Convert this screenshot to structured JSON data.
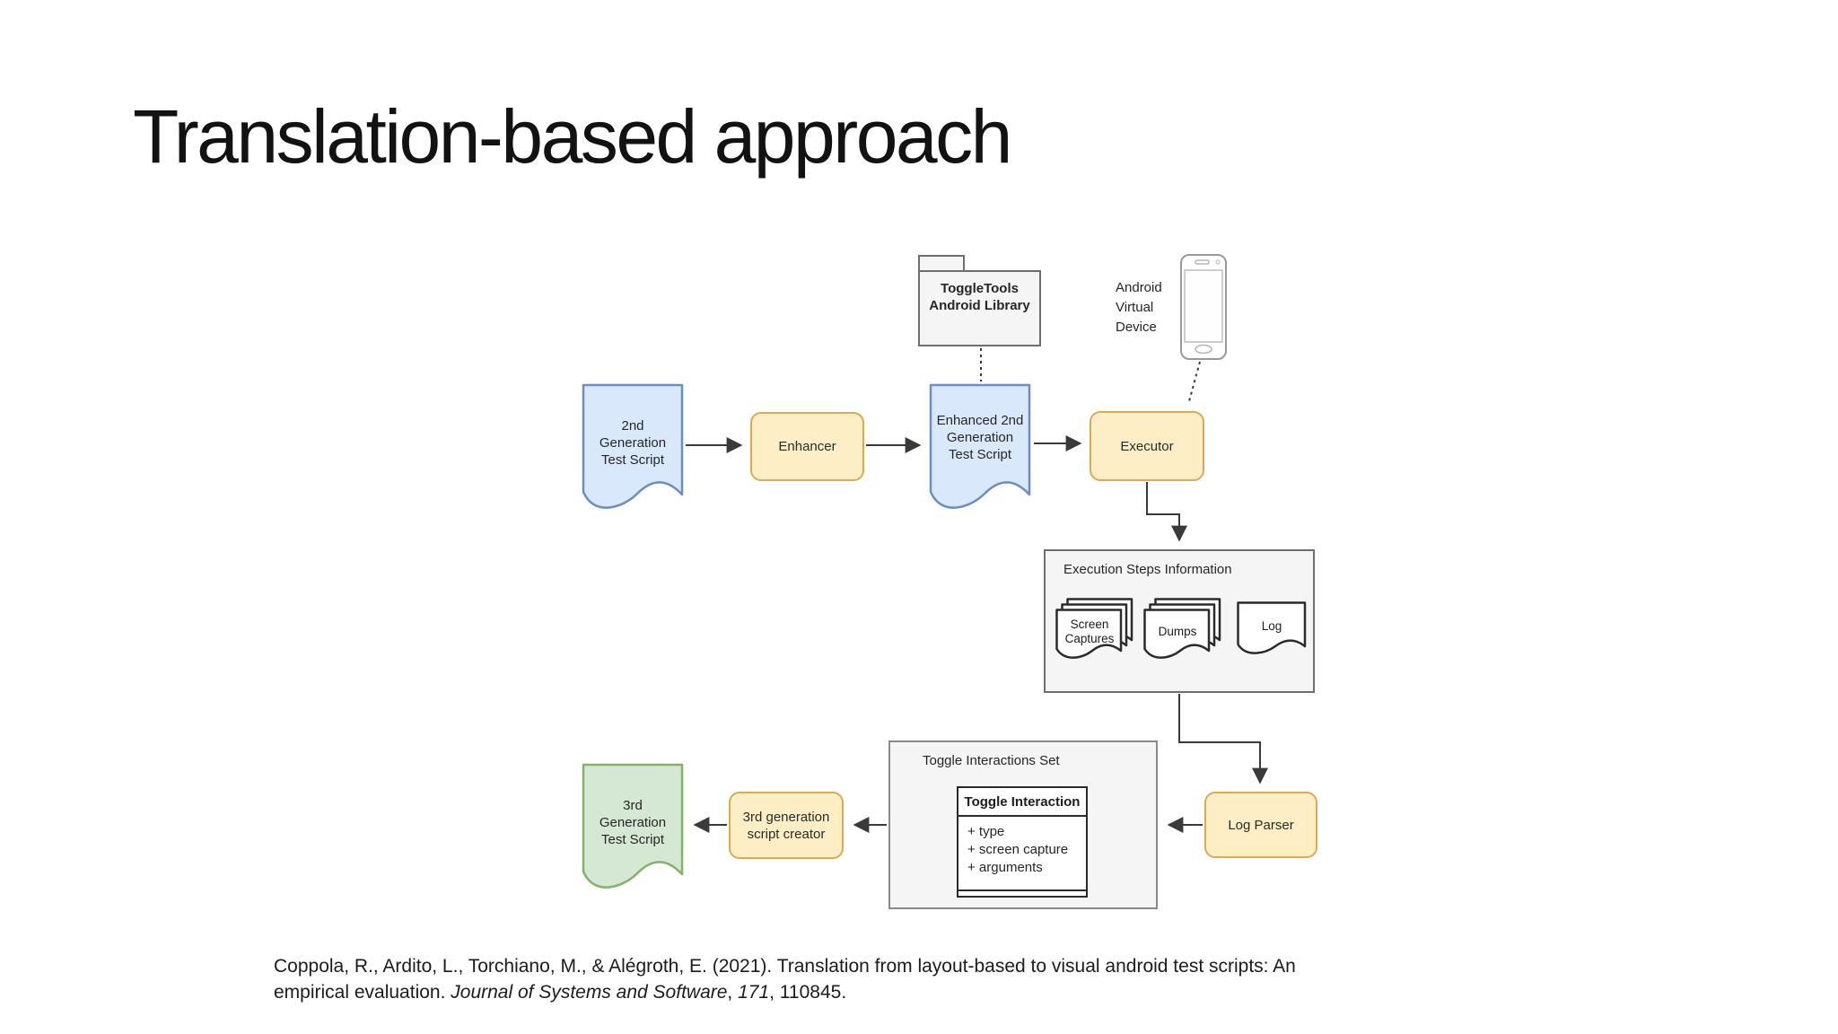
{
  "slide": {
    "title": "Translation-based approach"
  },
  "diagram": {
    "library_folder": {
      "label": "ToggleTools\nAndroid Library"
    },
    "avd": {
      "label": "Android\nVirtual\nDevice"
    },
    "doc_2nd": {
      "label": "2nd\nGeneration\nTest Script"
    },
    "enhancer": {
      "label": "Enhancer"
    },
    "doc_enhanced": {
      "label": "Enhanced 2nd\nGeneration\nTest Script"
    },
    "executor": {
      "label": "Executor"
    },
    "execution_steps": {
      "title": "Execution Steps Information",
      "screen_captures": "Screen\nCaptures",
      "dumps": "Dumps",
      "log": "Log"
    },
    "toggle_set": {
      "title": "Toggle Interactions Set",
      "class_name": "Toggle Interaction",
      "attributes": [
        "+ type",
        "+ screen capture",
        "+ arguments"
      ]
    },
    "log_parser": {
      "label": "Log Parser"
    },
    "creator": {
      "label": "3rd generation\nscript creator"
    },
    "doc_3rd": {
      "label": "3rd\nGeneration\nTest Script"
    }
  },
  "colors": {
    "doc_blue_fill": "#dae8fc",
    "doc_blue_stroke": "#6c8ebf",
    "doc_green_fill": "#d5e8d4",
    "doc_green_stroke": "#82b366",
    "process_fill": "#fdeec6",
    "process_stroke": "#d6ac55",
    "panel_fill": "#f5f5f5",
    "panel_stroke": "#6e6e6e",
    "connector": "#3a3a3a"
  },
  "citation": {
    "line1": "Coppola, R., Ardito, L., Torchiano, M., & Alégroth, E. (2021). Translation from layout-based to visual android test scripts: An",
    "line2_prefix": "empirical evaluation. ",
    "journal": "Journal of Systems and Software",
    "separator": ", ",
    "volume": "171",
    "suffix": ", 110845."
  }
}
